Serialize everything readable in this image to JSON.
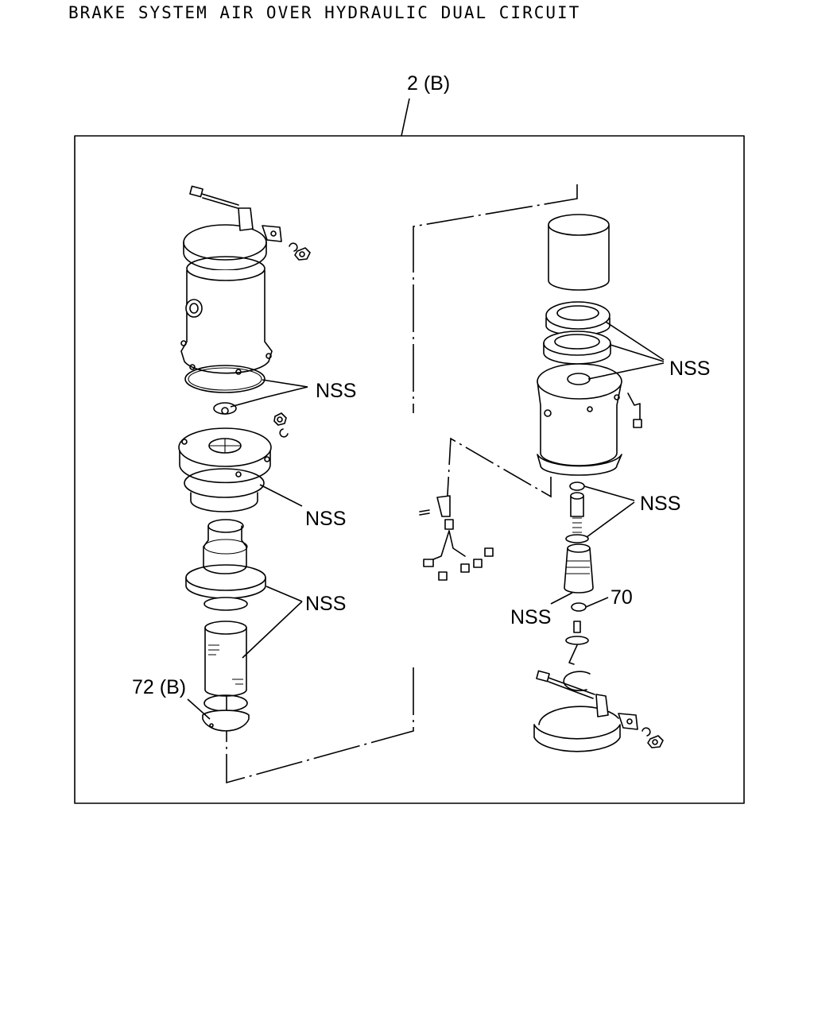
{
  "header": {
    "title": "BRAKE SYSTEM AIR OVER HYDRAULIC DUAL CIRCUIT"
  },
  "callouts": {
    "assembly": "2 (B)",
    "nss_1": "NSS",
    "nss_2": "NSS",
    "nss_3": "NSS",
    "nss_4": "NSS",
    "nss_5": "NSS",
    "nss_6": "NSS",
    "part_70": "70",
    "part_72": "72 (B)"
  }
}
